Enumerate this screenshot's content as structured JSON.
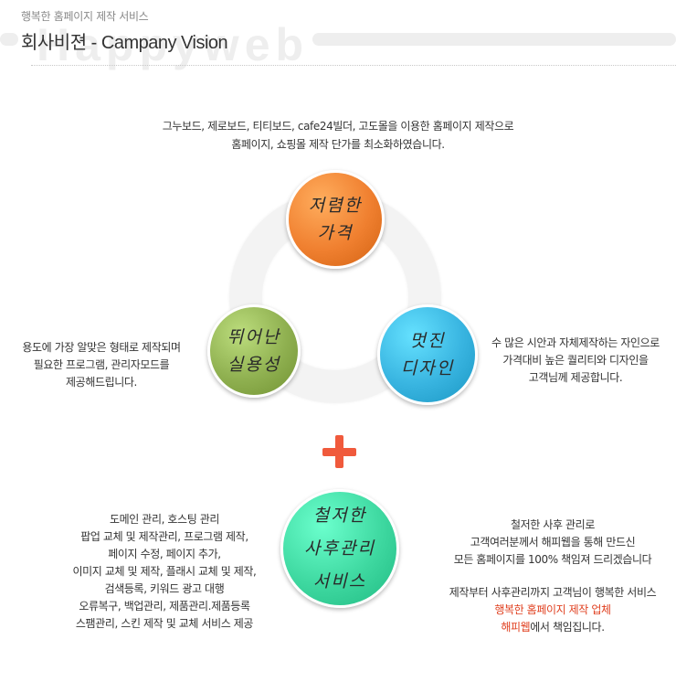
{
  "header": {
    "subtitle": "행복한 홈페이지 제작 서비스",
    "title": "회사비젼 - Campany Vision",
    "watermark": "Happyweb"
  },
  "circles": {
    "top": {
      "label": "저렴한\n가격",
      "color": "#f08030"
    },
    "left": {
      "label": "뛰어난\n실용성",
      "color": "#8fb050"
    },
    "right": {
      "label": "멋진\n디자인",
      "color": "#38b4e0"
    },
    "bottom": {
      "label": "철저한\n사후관리\n서비스",
      "color": "#3ed8a0"
    }
  },
  "plus_color": "#f05a3c",
  "texts": {
    "top": [
      "그누보드, 제로보드, 티티보드, cafe24빌더, 고도몰을 이용한 홈페이지 제작으로",
      "홈페이지, 쇼핑몰 제작 단가를 최소화하였습니다."
    ],
    "left": [
      "용도에 가장 알맞은 형태로 제작되며",
      "필요한 프로그램, 관리자모드를",
      "제공해드립니다."
    ],
    "right": [
      "수 많은 시안과 자체제작하는 자인으로",
      "가격대비 높은 퀄리티와 디자인을",
      "고객님께 제공합니다."
    ],
    "bottom_left": [
      "도메인 관리, 호스팅 관리",
      "팝업 교체 및 제작관리, 프로그램 제작,",
      "페이지 수정, 페이지 추가,",
      "이미지 교체 및 제작, 플래시 교체 및 제작,",
      "검색등록, 키워드 광고 대행",
      "오류복구, 백업관리, 제품관리.제품등록",
      "스팸관리, 스킨 제작 및 교체 서비스 제공"
    ],
    "bottom_right": {
      "lines": [
        "철저한 사후 관리로",
        "고객여러분께서 해피웹을 통해 만드신",
        "모든 홈페이지를 100% 책임져 드리겠습니다"
      ],
      "line4": "제작부터 사후관리까지 고객님이 행복한 서비스",
      "highlight1": "행복한 홈페이지 제작 업체",
      "highlight2": "해피웹",
      "suffix": "에서 책임집니다."
    }
  }
}
